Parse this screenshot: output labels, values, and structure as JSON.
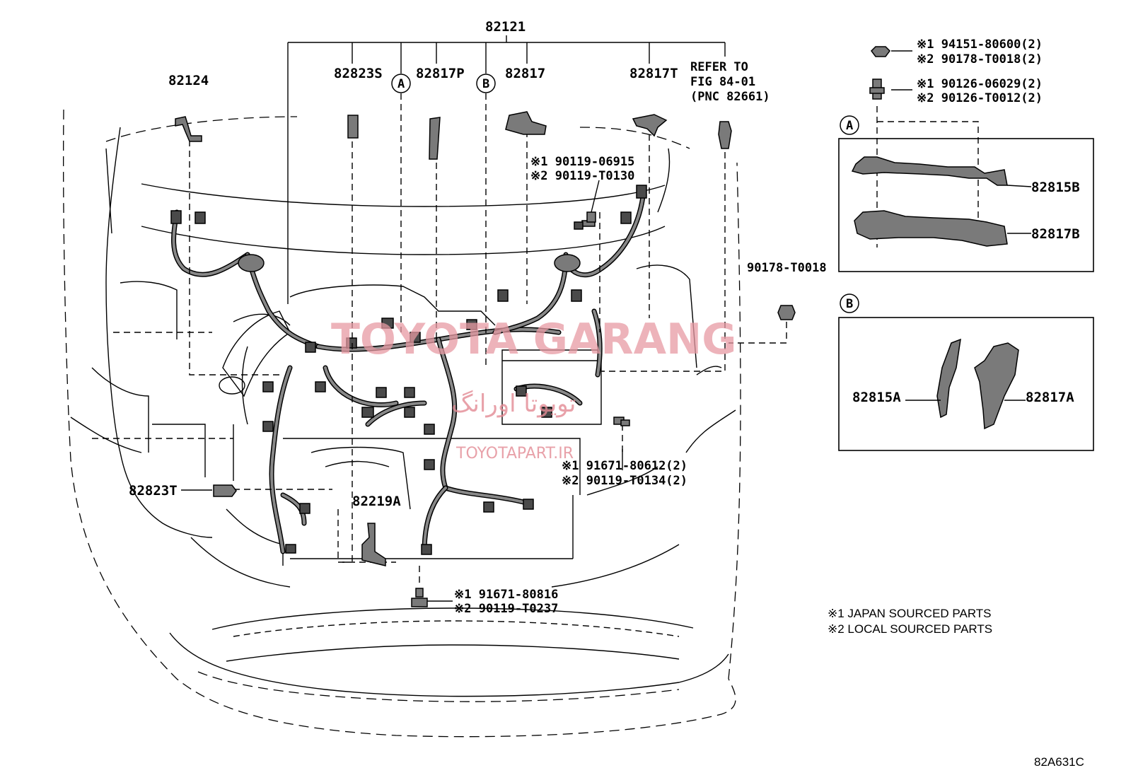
{
  "labels": {
    "harness_main": "82121",
    "p82124": "82124",
    "p82823s": "82823S",
    "callout_a": "A",
    "p82817p": "82817P",
    "callout_b": "B",
    "p82817": "82817",
    "p82817t": "82817T",
    "refer_line1": "REFER TO",
    "refer_line2": "FIG 84-01",
    "refer_line3": "(PNC 82661)",
    "bolt_top_1": "※1 90119-06915",
    "bolt_top_2": "※2 90119-T0130",
    "nut_90178": "90178-T0018",
    "bolt_mid_1": "※1 91671-80612(2)",
    "bolt_mid_2": "※2 90119-T0134(2)",
    "p82823t": "82823T",
    "p82219a": "82219A",
    "bolt_bot_1": "※1 91671-80816",
    "bolt_bot_2": "※2 90119-T0237",
    "nut_right_1": "※1 94151-80600(2)",
    "nut_right_2": "※2 90178-T0018(2)",
    "stud_right_1": "※1 90126-06029(2)",
    "stud_right_2": "※2 90126-T0012(2)",
    "inset_a_title": "A",
    "p82815b": "82815B",
    "p82817b": "82817B",
    "inset_b_title": "B",
    "p82815a": "82815A",
    "p82817a": "82817A",
    "legend_1": "※1 JAPAN SOURCED PARTS",
    "legend_2": "※2 LOCAL SOURCED PARTS",
    "figure_code": "82A631C"
  },
  "watermark": {
    "brand": "TOYOTA GARANG",
    "arabic": "تویوتا اورانگ",
    "url": "TOYOTAPART.IR"
  },
  "colors": {
    "line": "#000000",
    "background": "#ffffff",
    "watermark": "#e79aa3",
    "part_fill": "#7a7a7a"
  }
}
